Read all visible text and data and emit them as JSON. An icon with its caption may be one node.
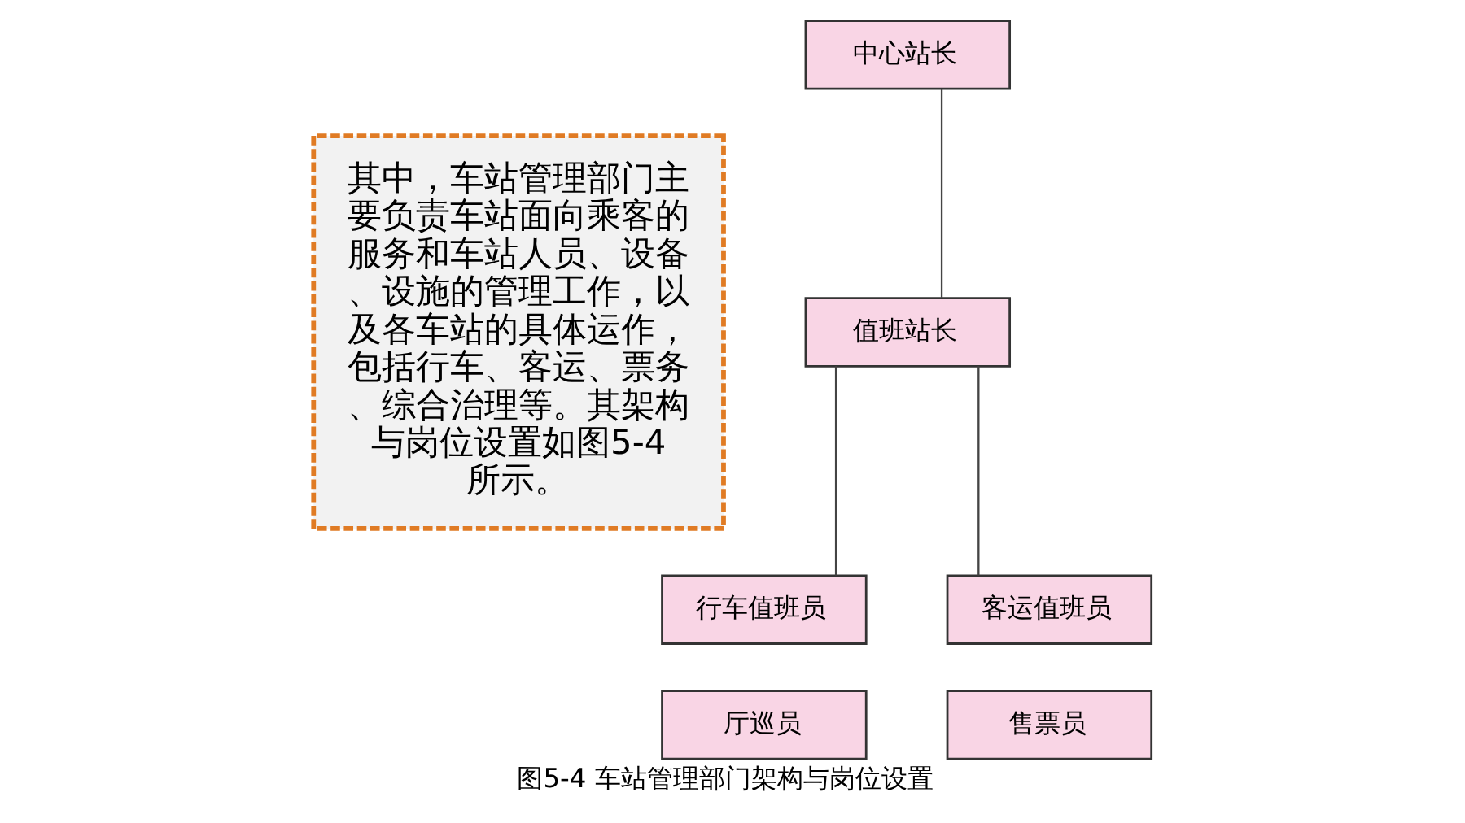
{
  "diagram": {
    "caption": "图5-4 车站管理部门架构与岗位设置",
    "nodes": [
      {
        "text": [
          "其中，车站管理部门主要负责车站面向乘客的服务和车站人员、设备、设施的管理工作，以及各车站的具体运作，包括行车、客运、票务、综合治理等。其架构与岗位设置如图5-4所示。"
        ]
      },
      {
        "text": [
          "中心站长"
        ]
      },
      {
        "text": [
          "值班站长"
        ]
      },
      {
        "text": [
          "行车值班员"
        ]
      },
      {
        "text": [
          "客运值班员"
        ]
      },
      {
        "text": [
          "厅巡员"
        ]
      },
      {
        "text": [
          "售票员"
        ]
      }
    ],
    "edges": [
      {
        "from": 1,
        "to": 2,
        "arrow": "none"
      },
      {
        "from": 2,
        "to": 3,
        "arrow": "none"
      },
      {
        "from": 2,
        "to": 4,
        "arrow": "none"
      }
    ]
  }
}
